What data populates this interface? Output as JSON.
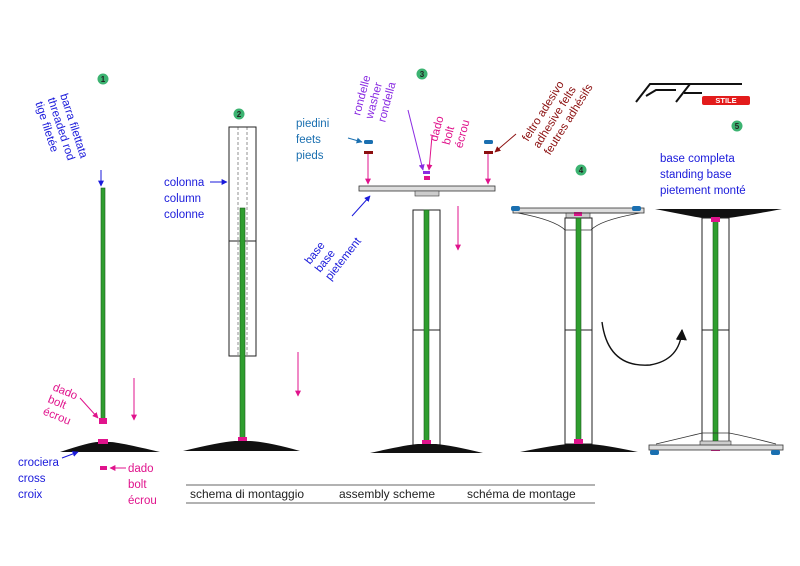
{
  "colors": {
    "blue": "#1a1adb",
    "magenta": "#e0138c",
    "purple": "#8a2be2",
    "teal": "#1a6fb0",
    "darkred": "#8b0f0f",
    "rod_green": "#2f9e2f",
    "step_badge": "#3cb371"
  },
  "steps": [
    "1",
    "2",
    "3",
    "4",
    "5"
  ],
  "step1": {
    "rod_lines": [
      "barra filettata",
      "threaded rod",
      "tige filetée"
    ],
    "nut_lines": [
      "dado",
      "bolt",
      "écrou"
    ],
    "cross_lines": [
      "crociera",
      "cross",
      "croix"
    ],
    "nut2_lines": [
      "dado",
      "bolt",
      "écrou"
    ]
  },
  "step2": {
    "column_lines": [
      "colonna",
      "column",
      "colonne"
    ]
  },
  "step3": {
    "feet_lines": [
      "piedini",
      "feets",
      "pieds"
    ],
    "washer_lines": [
      "rondella",
      "washer",
      "rondelle"
    ],
    "nut_lines": [
      "dado",
      "bolt",
      "écrou"
    ],
    "felt_lines": [
      "feltro adesivo",
      "adhesive felts",
      "feutres adhésifs"
    ],
    "base_lines": [
      "base",
      "base",
      "pietement"
    ]
  },
  "step5": {
    "complete_lines": [
      "base completa",
      "standing base",
      "pietement monté"
    ]
  },
  "logo": {
    "brand": "PF",
    "sub": "STILE"
  },
  "caption": {
    "it": "schema di montaggio",
    "en": "assembly scheme",
    "fr": "schéma de montage"
  }
}
